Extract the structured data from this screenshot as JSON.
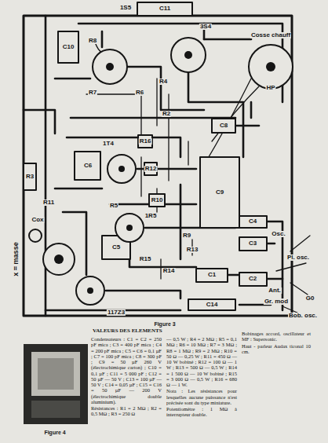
{
  "diagram": {
    "caption": "Figure 3",
    "labels": [
      "1S5",
      "3S4",
      "C11",
      "C10",
      "R8",
      "R7",
      "R6",
      "R4",
      "R2",
      "R16",
      "C8",
      "1T4",
      "C6",
      "R12",
      "C9",
      "R3",
      "R11",
      "Cox",
      "R5",
      "1R5",
      "R10",
      "C4",
      "C3",
      "C5",
      "R9",
      "R13",
      "R15",
      "R14",
      "C1",
      "C2",
      "117Z3",
      "C14",
      "x = masse",
      "Cosse chauff",
      "HP",
      "Osc.",
      "Pl. osc.",
      "Ant.",
      "Gr. mod",
      "G0",
      "Bob. osc.",
      "Figure 4",
      "VALEURS DES ELEMENTS",
      "Condensateurs : C1 = C2 = 250 pF mica ; C3 = 400 pF mica ; C4 = 200 pF mica ; C5 = C6 = 0,1 µF ; C7 = 100 pF mica ; C8 = 300 pF ; C9 = 50 µF 260 V (électrochimique carton) ; C10 = 0,1 µF ; C11 = 5 000 pF ; C12 = 50 µF — 50 V ; C13 = 100 µF — 50 V ; C14 = 0,05 µF ; C15 = C16 = 50 µF — 200 V (électrochimique double aluminium).",
      "Résistances : R1 = 2 MΩ ; R2 = 0,5 MΩ ; R3 = 250 Ω",
      "— 0,5 W ; R4 = 2 MΩ ; R5 = 0,1 MΩ ; R6 = 10 MΩ ; R7 = 3 MΩ ; R8 = 1 MΩ ; R9 = 2 MΩ ; R10 = 50 Ω — 0,25 W ; R11 = 450 Ω — 10 W bobiné ; R12 = 100 Ω — 1 W ; R13 = 500 Ω — 0,5 W ; R14 = 1 500 Ω — 10 W bobiné ; R15 = 3 000 Ω — 0,5 W ; R16 = 680 Ω — 1 W.",
      "Nota : Les résistances pour lesquelles aucune puissance n'est précisée sont du type miniature.",
      "Potentiomètre : 1 MΩ à interrupteur double.",
      "Bobinages accord, oscillateur et MF : Supersonic.",
      "Haut - parleur Audax ticonal 10 cm."
    ]
  }
}
